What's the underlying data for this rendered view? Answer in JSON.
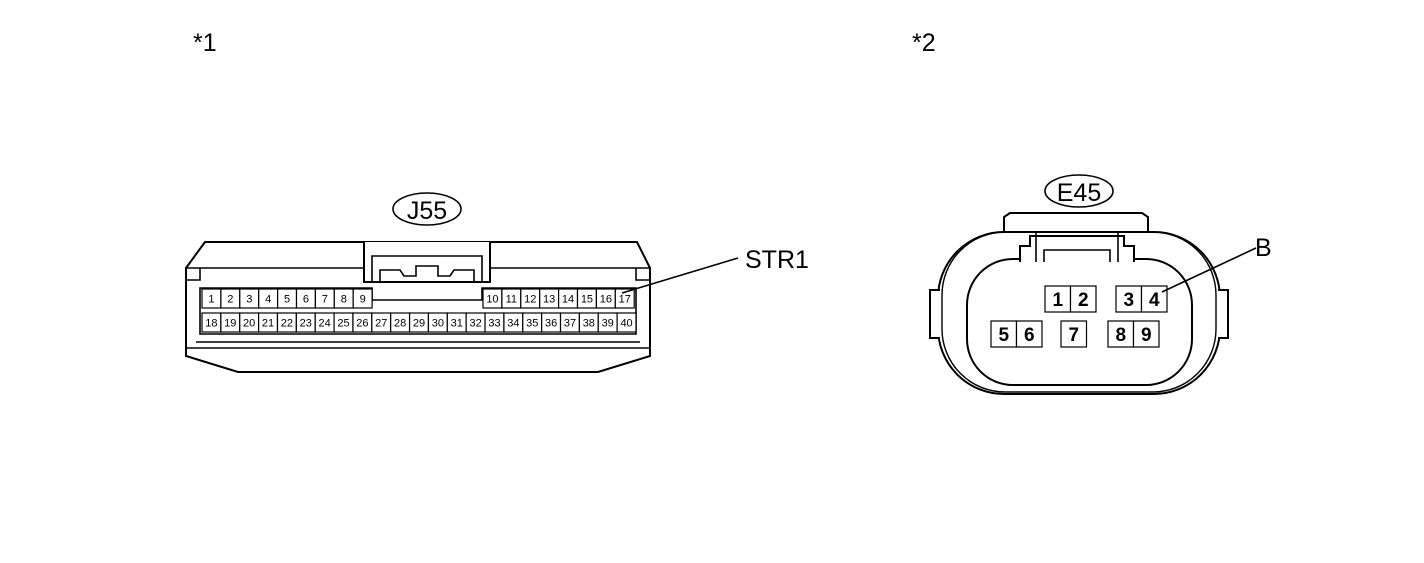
{
  "diagram_labels": {
    "left_marker": "*1",
    "right_marker": "*2"
  },
  "connector_j55": {
    "code": "J55",
    "callout": "STR1",
    "top_row_left": [
      "1",
      "2",
      "3",
      "4",
      "5",
      "6",
      "7",
      "8",
      "9"
    ],
    "top_row_right": [
      "10",
      "11",
      "12",
      "13",
      "14",
      "15",
      "16",
      "17"
    ],
    "bottom_row": [
      "18",
      "19",
      "20",
      "21",
      "22",
      "23",
      "24",
      "25",
      "26",
      "27",
      "28",
      "29",
      "30",
      "31",
      "32",
      "33",
      "34",
      "35",
      "36",
      "37",
      "38",
      "39",
      "40"
    ]
  },
  "connector_e45": {
    "code": "E45",
    "callout": "B",
    "pin_groups": [
      [
        "1",
        "2"
      ],
      [
        "3",
        "4"
      ],
      [
        "5",
        "6"
      ],
      [
        "7"
      ],
      [
        "8",
        "9"
      ]
    ]
  }
}
